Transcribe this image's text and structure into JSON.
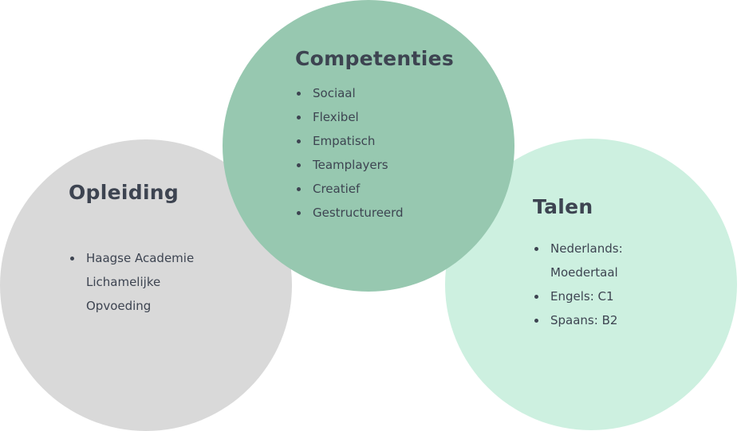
{
  "opleiding": {
    "title": "Opleiding",
    "items": [
      "Haagse Academie Lichamelijke Opvoeding"
    ]
  },
  "competenties": {
    "title": "Competenties",
    "items": [
      "Sociaal",
      "Flexibel",
      "Empatisch",
      "Teamplayers",
      "Creatief",
      "Gestructureerd"
    ]
  },
  "talen": {
    "title": "Talen",
    "items": [
      "Nederlands: Moedertaal",
      "Engels: C1",
      "Spaans: B2"
    ]
  },
  "colors": {
    "gray": "#d9d9d9",
    "dark_green": "#97c8b0",
    "light_green": "#cdf0e0",
    "text": "#3d4451"
  }
}
